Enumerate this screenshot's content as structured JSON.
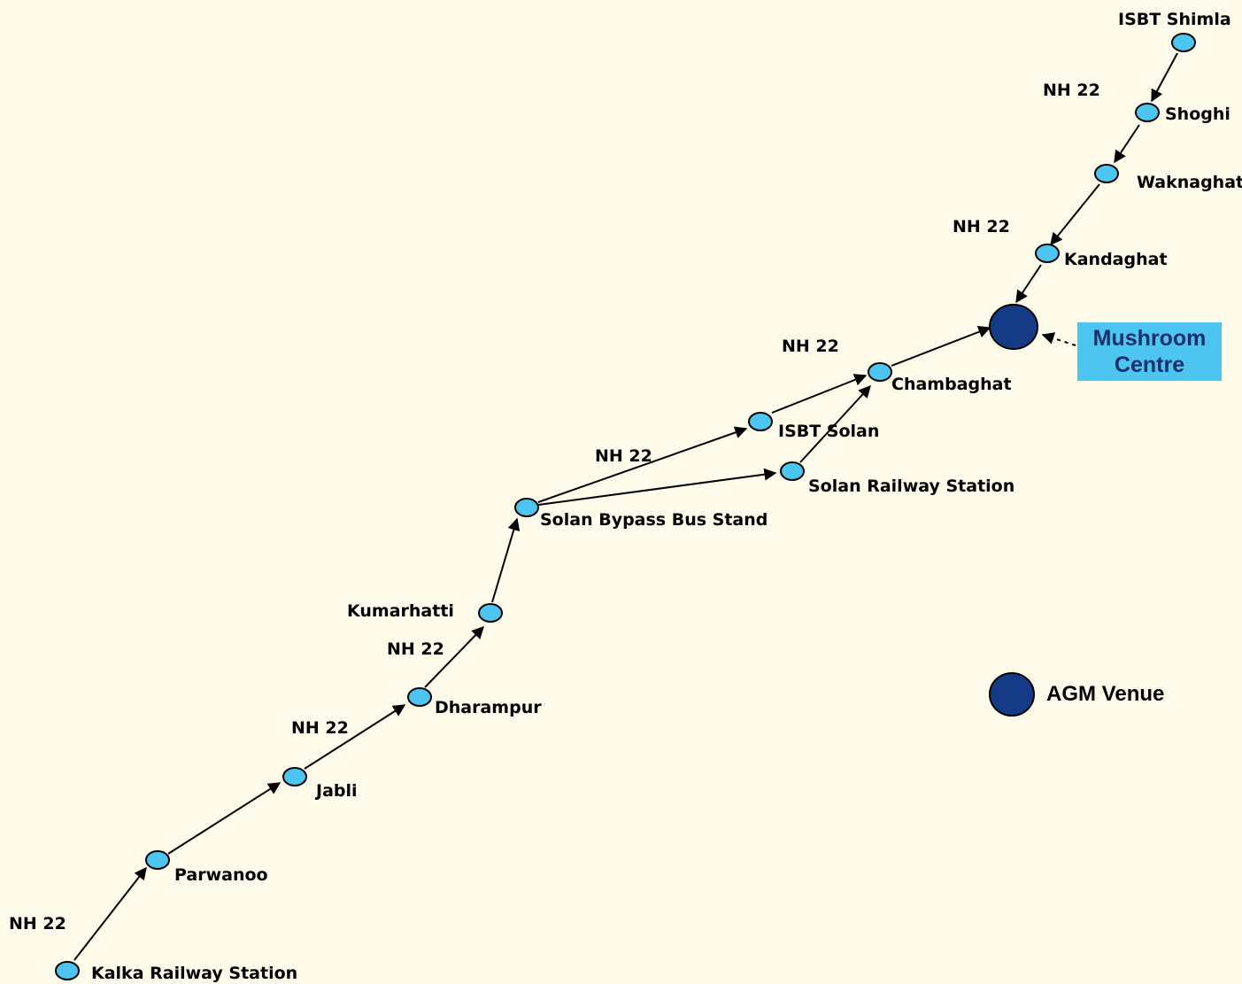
{
  "map": {
    "background": "#FFFBEA",
    "stop_color": "#4CC6F0",
    "venue_color": "#163B86"
  },
  "stops": {
    "kalka": "Kalka Railway Station",
    "parwanoo": "Parwanoo",
    "jabli": "Jabli",
    "dharampur": "Dharampur",
    "kumarhatti": "Kumarhatti",
    "solan_bypass": "Solan Bypass Bus Stand",
    "isbt_solan": "ISBT Solan",
    "solan_railway": "Solan Railway Station",
    "chambaghat": "Chambaghat",
    "kandaghat": "Kandaghat",
    "waknaghat": "Waknaghat",
    "shoghi": "Shoghi",
    "isbt_shimla": "ISBT Shimla"
  },
  "road": {
    "label": "NH 22"
  },
  "callout": {
    "line1": "Mushroom",
    "line2": "Centre"
  },
  "legend": {
    "label": "AGM Venue"
  }
}
